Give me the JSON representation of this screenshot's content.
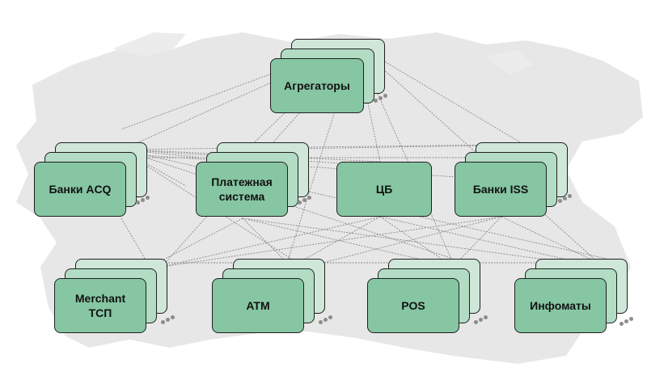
{
  "nodes": {
    "agg": "Агрегаторы",
    "acq": "Банки ACQ",
    "ps": "Платежная\nсистема",
    "cb": "ЦБ",
    "iss": "Банки ISS",
    "merchant": "Merchant\nТСП",
    "atm": "ATM",
    "pos": "POS",
    "info": "Инфоматы"
  },
  "colors": {
    "card_front": "#86c6a3",
    "card_back": "#b2dcc4",
    "card_far": "#cfe7d9",
    "map": "#e6e6e6",
    "link": "#8a8a8a"
  }
}
